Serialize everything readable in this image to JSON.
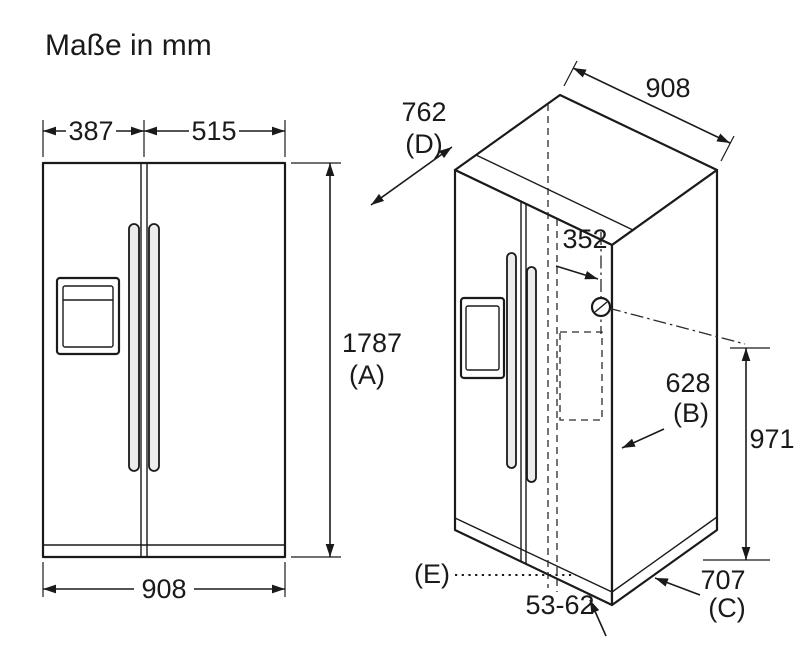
{
  "title": "Maße in mm",
  "colors": {
    "line": "#1a1a1a",
    "background": "#ffffff"
  },
  "front_view": {
    "left_door_width": "387",
    "right_door_width": "515",
    "height": "1787",
    "height_key": "(A)",
    "total_width": "908"
  },
  "perspective_view": {
    "depth": "762",
    "depth_key": "(D)",
    "top_width": "908",
    "door_swing": "352",
    "open_depth": "628",
    "open_depth_key": "(B)",
    "side_height": "971",
    "bottom_depth": "707",
    "bottom_depth_key": "(C)",
    "floor_gap": "53-62",
    "e_key": "(E)"
  }
}
